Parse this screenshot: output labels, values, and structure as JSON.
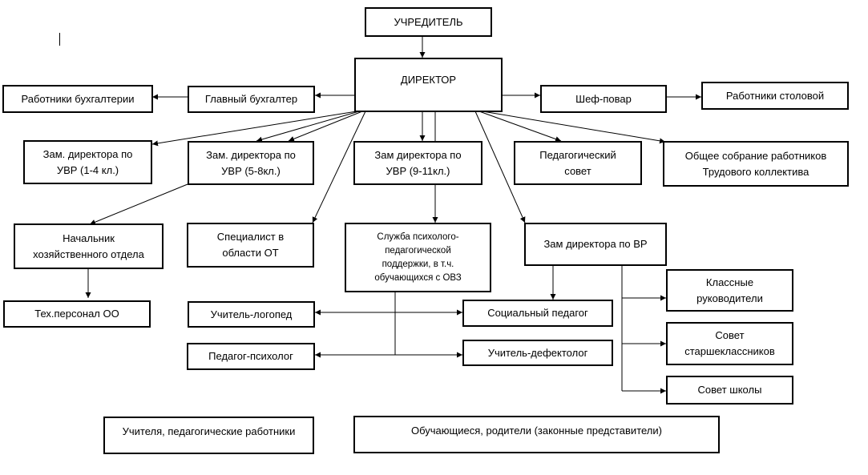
{
  "boxes": {
    "founder": "УЧРЕДИТЕЛЬ",
    "director": "ДИРЕКТОР",
    "accounting_staff": "Работники бухгалтерии",
    "chief_accountant": "Главный бухгалтер",
    "chef": "Шеф-повар",
    "canteen_staff": "Работники столовой",
    "deputy_uvr_1_4": "Зам. директора по\nУВР (1-4 кл.)",
    "deputy_uvr_5_8": "Зам. директора по\nУВР (5-8кл.)",
    "deputy_uvr_9_11": "Зам директора по\nУВР (9-11кл.)",
    "ped_council": "Педагогический\nсовет",
    "general_meeting": "Общее собрание работников\nТрудового коллектива",
    "household_head": "Начальник\nхозяйственного отдела",
    "ot_specialist": "Специалист в\nобласти ОТ",
    "psych_service": "Служба психолого-\nпедагогической\nподдержки, в т.ч.\nобучающихся с ОВЗ",
    "deputy_vr": "Зам директора по ВР",
    "tech_staff": "Тех.персонал ОО",
    "speech_therapist": "Учитель-логопед",
    "social_pedagogue": "Социальный педагог",
    "psychologist": "Педагог-психолог",
    "defectologist": "Учитель-дефектолог",
    "class_teachers": "Классные\nруководители",
    "senior_council": "Совет\nстаршеклассников",
    "school_council": "Совет школы",
    "teachers": "Учителя, педагогические работники",
    "students_parents": "Обучающиеся, родители (законные представители)"
  }
}
